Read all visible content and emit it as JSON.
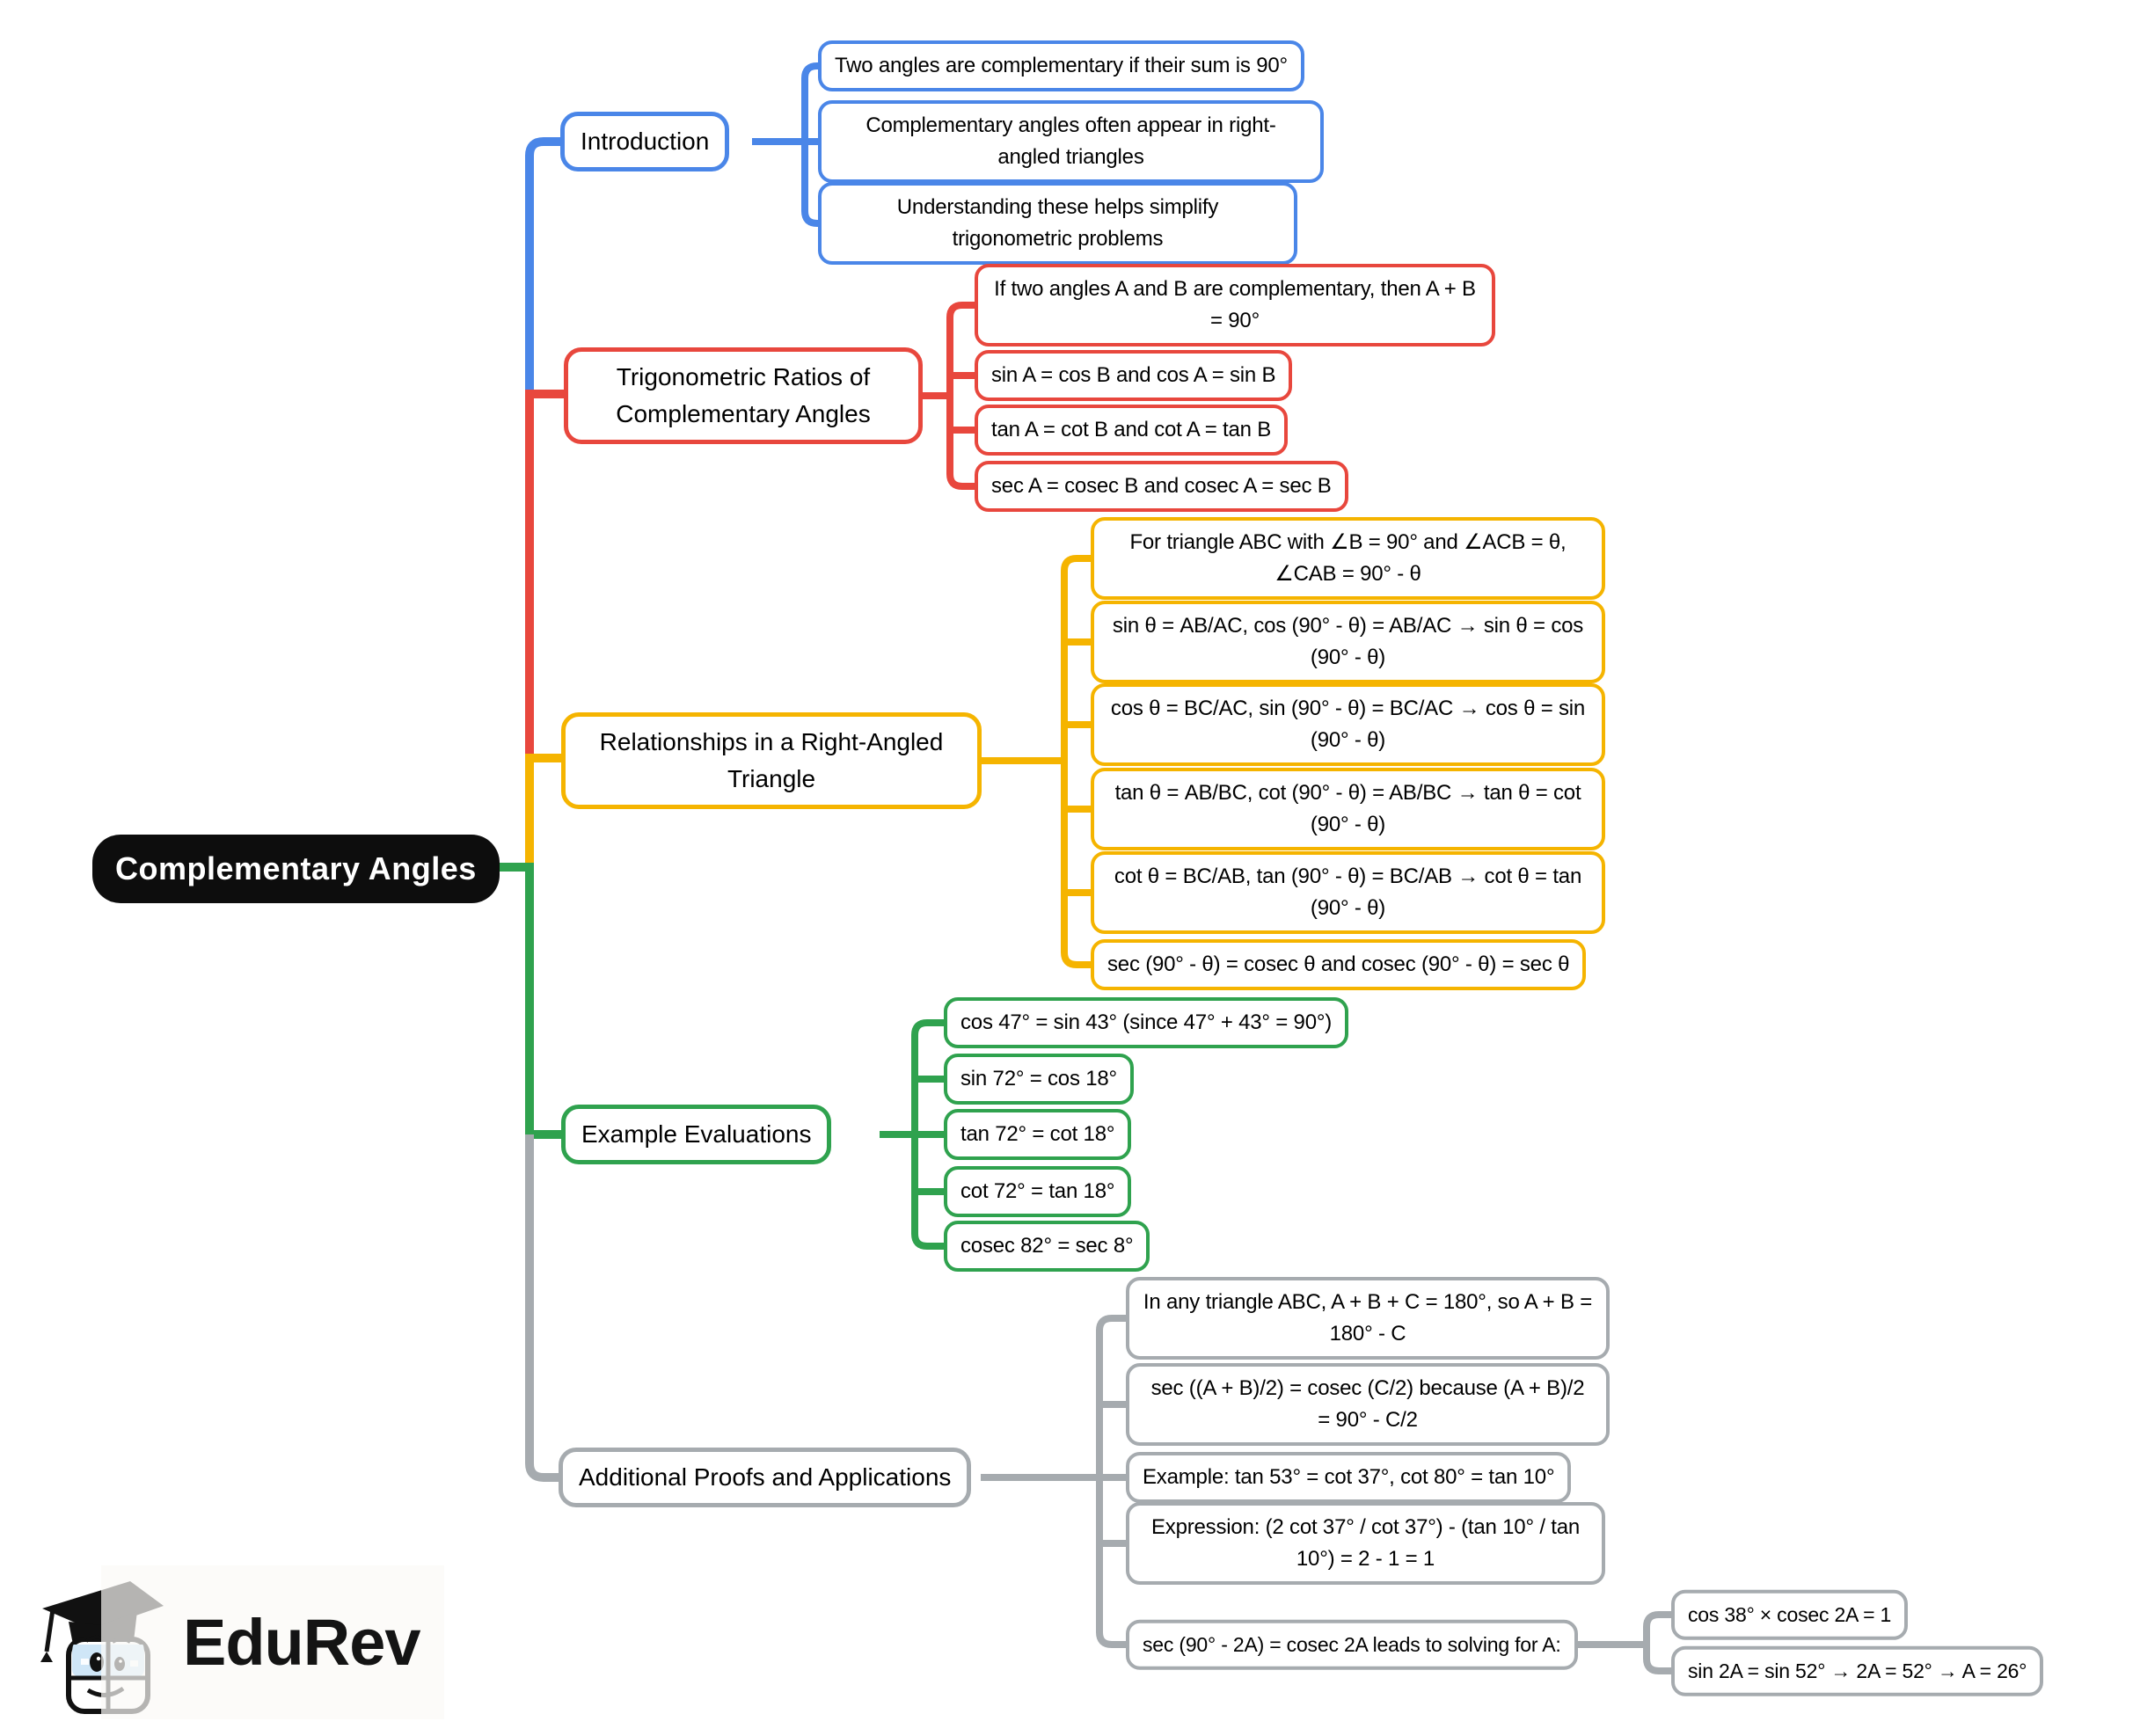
{
  "root": {
    "label": "Complementary Angles"
  },
  "branches": [
    {
      "label": "Introduction",
      "color": "#4a86e8",
      "children": [
        {
          "label": "Two angles are complementary if their sum is 90°"
        },
        {
          "label": "Complementary angles often appear in right-angled triangles"
        },
        {
          "label": "Understanding these helps simplify trigonometric problems"
        }
      ]
    },
    {
      "label": "Trigonometric Ratios of Complementary Angles",
      "color": "#e8473d",
      "children": [
        {
          "label": "If two angles A and B are complementary, then A + B = 90°"
        },
        {
          "label": "sin A = cos B and cos A = sin B"
        },
        {
          "label": "tan A = cot B and cot A = tan B"
        },
        {
          "label": "sec A = cosec B and cosec A = sec B"
        }
      ]
    },
    {
      "label": "Relationships in a Right-Angled Triangle",
      "color": "#f5b400",
      "children": [
        {
          "label": "For triangle ABC with ∠B = 90° and ∠ACB = θ, ∠CAB = 90° - θ"
        },
        {
          "label": "sin θ = AB/AC, cos (90° - θ) = AB/AC → sin θ = cos (90° - θ)"
        },
        {
          "label": "cos θ = BC/AC, sin (90° - θ) = BC/AC → cos θ = sin (90° - θ)"
        },
        {
          "label": "tan θ = AB/BC, cot (90° - θ) = AB/BC → tan θ = cot (90° - θ)"
        },
        {
          "label": "cot θ = BC/AB, tan (90° - θ) = BC/AB → cot θ = tan (90° - θ)"
        },
        {
          "label": "sec (90° - θ) = cosec θ and cosec (90° - θ) = sec θ"
        }
      ]
    },
    {
      "label": "Example Evaluations",
      "color": "#2fa24e",
      "children": [
        {
          "label": "cos 47° = sin 43° (since 47° + 43° = 90°)"
        },
        {
          "label": "sin 72° = cos 18°"
        },
        {
          "label": "tan 72° = cot 18°"
        },
        {
          "label": "cot 72° = tan 18°"
        },
        {
          "label": "cosec 82° = sec 8°"
        }
      ]
    },
    {
      "label": "Additional Proofs and Applications",
      "color": "#a6abaf",
      "children": [
        {
          "label": "In any triangle ABC, A + B + C = 180°, so A + B = 180° - C"
        },
        {
          "label": "sec ((A + B)/2) = cosec (C/2) because (A + B)/2 = 90° - C/2"
        },
        {
          "label": "Example: tan 53° = cot 37°, cot 80° = tan 10°"
        },
        {
          "label": "Expression: (2 cot 37° / cot 37°) - (tan 10° / tan 10°) = 2 - 1 = 1"
        },
        {
          "label": "sec (90° - 2A) = cosec 2A leads to solving for A:",
          "children": [
            {
              "label": "cos 38° × cosec 2A = 1"
            },
            {
              "label": "sin 2A = sin 52° → 2A = 52° → A = 26°"
            }
          ]
        }
      ]
    }
  ],
  "logo": {
    "text": "EduRev"
  }
}
